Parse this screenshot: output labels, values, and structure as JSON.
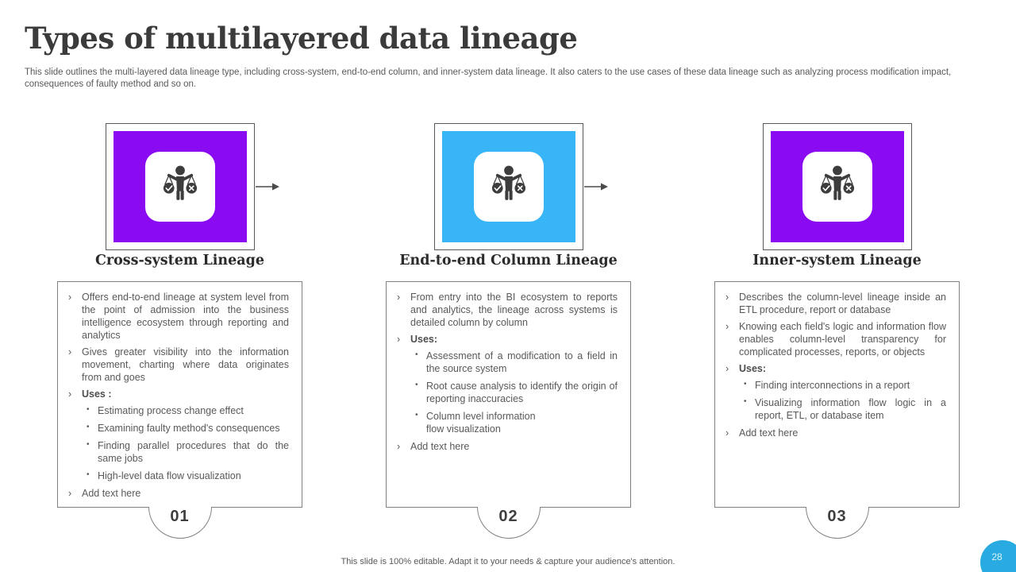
{
  "slide": {
    "title": "Types of multilayered data lineage",
    "subtitle": "This slide outlines the multi-layered data lineage type, including cross-system, end-to-end column, and inner-system data lineage. It also caters to the use cases of these data lineage such as analyzing process modification impact, consequences of faulty method and so on.",
    "footer": "This slide is 100% editable. Adapt it to your needs & capture your audience's attention.",
    "page_number": "28"
  },
  "colors": {
    "purple_box": "#8A0BF2",
    "blue_box": "#38B5F6",
    "page_badge": "#29ABE2",
    "icon_glyph": "#3D3D3D",
    "border_gray": "#808080"
  },
  "columns": [
    {
      "number": "01",
      "title": "Cross-system Lineage",
      "icon": "person-weighing-check-x-icon",
      "box_color": "#8A0BF2",
      "bullets": [
        {
          "level": 1,
          "bold": false,
          "text": "Offers end-to-end lineage at system level from the point of admission into the business intelligence ecosystem through reporting and analytics"
        },
        {
          "level": 1,
          "bold": false,
          "text": "Gives greater visibility into the information movement, charting where data originates from and goes"
        },
        {
          "level": 1,
          "bold": true,
          "text": "Uses :"
        },
        {
          "level": 2,
          "bold": false,
          "text": "Estimating process change effect"
        },
        {
          "level": 2,
          "bold": false,
          "text": "Examining faulty method's consequences"
        },
        {
          "level": 2,
          "bold": false,
          "text": "Finding parallel procedures that do the same jobs"
        },
        {
          "level": 2,
          "bold": false,
          "text": "High-level data flow visualization"
        },
        {
          "level": 1,
          "bold": false,
          "text": "Add text here"
        }
      ]
    },
    {
      "number": "02",
      "title": "End-to-end Column Lineage",
      "icon": "person-weighing-check-x-icon",
      "box_color": "#38B5F6",
      "bullets": [
        {
          "level": 1,
          "bold": false,
          "text": "From entry into the BI ecosystem to reports and analytics, the lineage across systems is detailed column by column"
        },
        {
          "level": 1,
          "bold": true,
          "text": "Uses:"
        },
        {
          "level": 2,
          "bold": false,
          "text": "Assessment of a modification to a field in the source system"
        },
        {
          "level": 2,
          "bold": false,
          "text": "Root cause analysis to identify the origin of reporting inaccuracies"
        },
        {
          "level": 2,
          "bold": false,
          "text": "Column level information\nflow visualization"
        },
        {
          "level": 1,
          "bold": false,
          "text": "Add text here"
        }
      ]
    },
    {
      "number": "03",
      "title": "Inner-system Lineage",
      "icon": "person-weighing-check-x-icon",
      "box_color": "#8A0BF2",
      "bullets": [
        {
          "level": 1,
          "bold": false,
          "text": "Describes the column-level lineage inside an ETL procedure, report or database"
        },
        {
          "level": 1,
          "bold": false,
          "text": "Knowing each field's logic and information flow enables column-level transparency for complicated processes, reports, or objects"
        },
        {
          "level": 1,
          "bold": true,
          "text": "Uses:"
        },
        {
          "level": 2,
          "bold": false,
          "text": "Finding interconnections in a report"
        },
        {
          "level": 2,
          "bold": false,
          "text": "Visualizing information flow logic in a report, ETL, or database item"
        },
        {
          "level": 1,
          "bold": false,
          "text": "Add text here"
        }
      ]
    }
  ]
}
